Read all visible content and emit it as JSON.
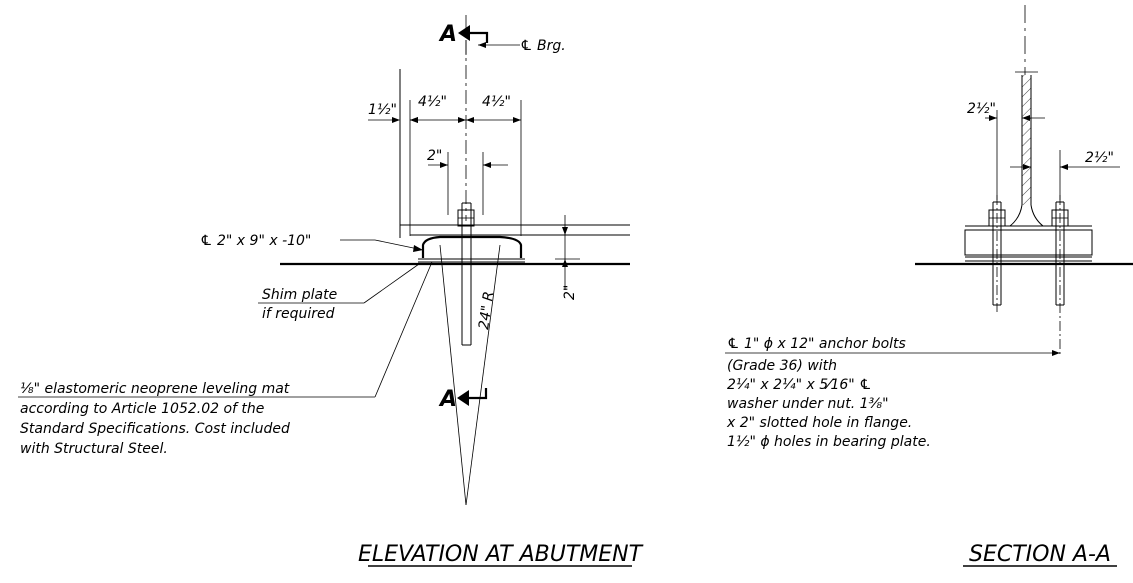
{
  "elevation": {
    "section_marker_top": "A",
    "section_marker_bottom": "A",
    "cl_brg": "℄ Brg.",
    "dim_half_left": "4½\"",
    "dim_half_right": "4½\"",
    "dim_edge": "1½\"",
    "dim_two": "2\"",
    "dim_plate_thk": "2\"",
    "radius": "24\" R",
    "plate_label": "℄ 2\" x 9\" x -10\"",
    "shim_line1": "Shim plate",
    "shim_line2": "if required",
    "mat_line1": "⅛\" elastomeric neoprene leveling mat",
    "mat_line2": "according to Article 1052.02 of the",
    "mat_line3": "Standard Specifications.  Cost included",
    "mat_line4": "with Structural Steel.",
    "title": "ELEVATION AT ABUTMENT"
  },
  "section": {
    "dim_left": "2½\"",
    "dim_right": "2½\"",
    "bolt_line1": "℄ 1\" ϕ x 12\" anchor bolts",
    "bolt_line2": "(Grade 36) with",
    "bolt_line3": "2¼\" x 2¼\" x 5⁄16\" ℄",
    "bolt_line4": "washer under nut.  1⅜\"",
    "bolt_line5": "x 2\" slotted hole in flange.",
    "bolt_line6": "1½\" ϕ holes in bearing plate.",
    "title": "SECTION A-A"
  }
}
